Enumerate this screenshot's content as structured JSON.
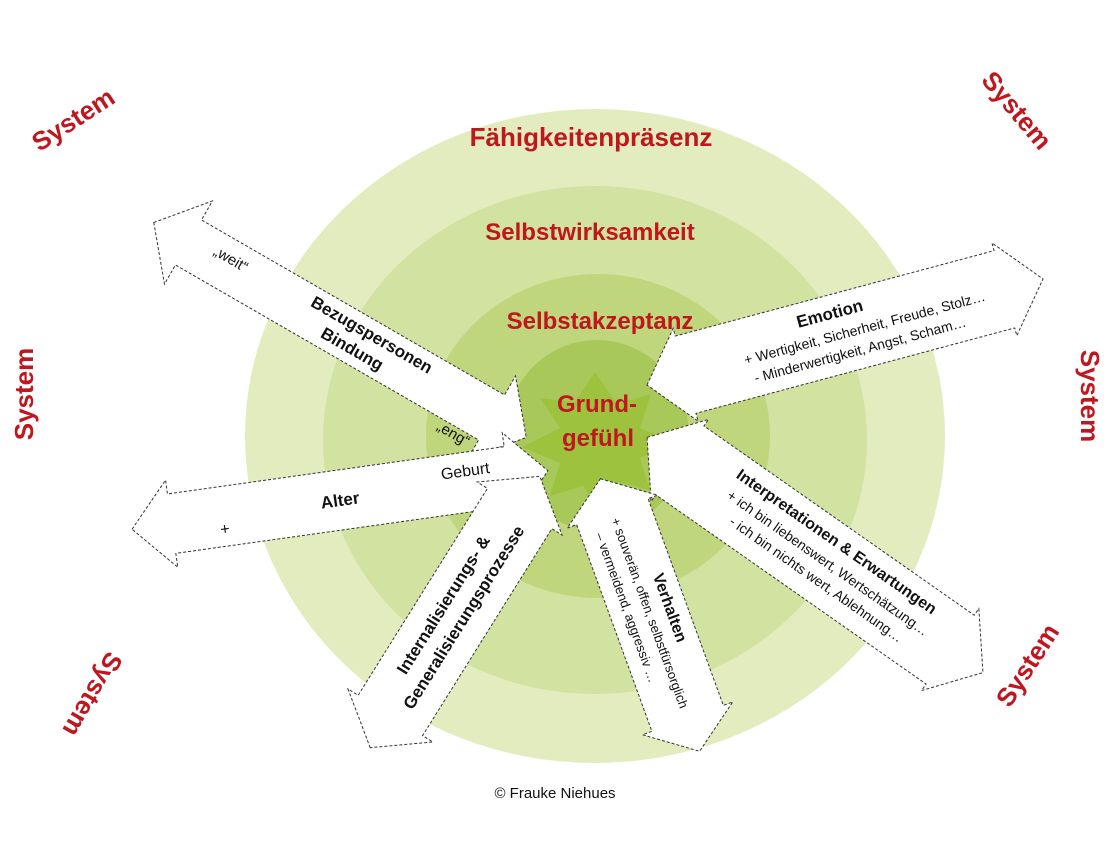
{
  "colors": {
    "ring_outer": "#e3ecbf",
    "ring_2": "#d2e2a0",
    "ring_3": "#bfd67d",
    "ring_4": "#a8c95a",
    "star": "#9dc33e",
    "label_red": "#c0161d"
  },
  "rings": {
    "outer": "Fähigkeitenpräsenz",
    "second": "Selbstwirksamkeit",
    "third": "Selbstakzeptanz",
    "core_line1": "Grund-",
    "core_line2": "gefühl"
  },
  "system_label": "System",
  "arrows": {
    "bezugspersonen": {
      "title1": "Bezugspersonen",
      "title2": "Bindung",
      "far_end": "„weit“",
      "near_end": "„eng“"
    },
    "emotion": {
      "title": "Emotion",
      "plus": "+ Wertigkeit, Sicherheit, Freude, Stolz…",
      "minus": "- Minderwertigkeit, Angst, Scham…"
    },
    "alter": {
      "title": "Alter",
      "far_end": "+",
      "near_end": "Geburt"
    },
    "interpretationen": {
      "title": "Interpretationen & Erwartungen",
      "plus": "+ ich bin liebenswert, Wertschätzung…",
      "minus": "- ich bin nichts wert, Ablehnung…"
    },
    "verhalten": {
      "title": "Verhalten",
      "plus": "+ souverän, offen, selbstfürsorglich",
      "minus": "– vermeidend, aggressiv …"
    },
    "internalisierung": {
      "title1": "Internalisierungs- &",
      "title2": "Generalisierungsprozesse"
    }
  },
  "copyright": "© Frauke Niehues"
}
